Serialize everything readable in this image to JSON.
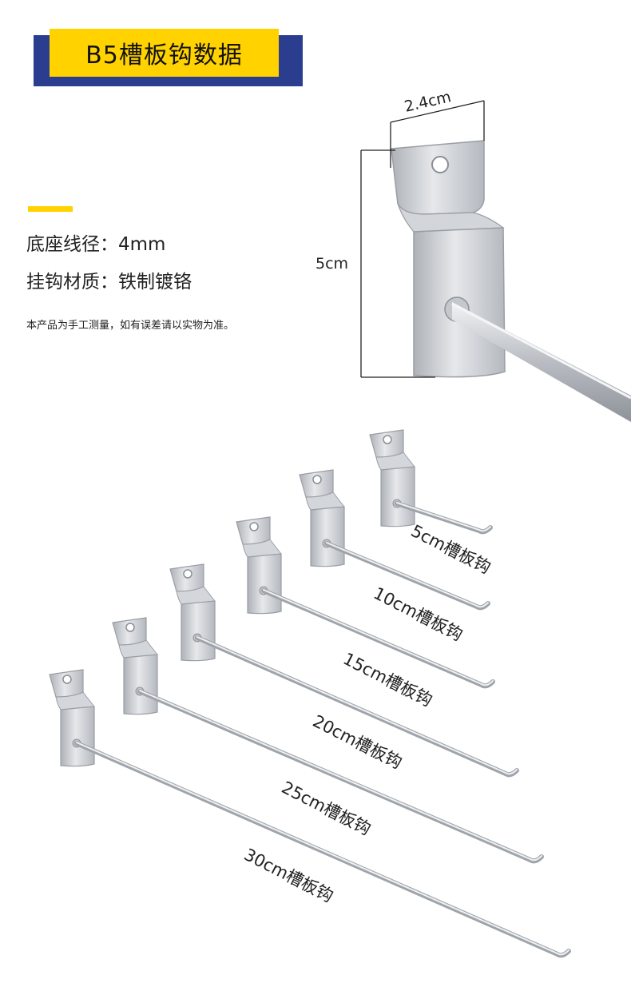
{
  "title": "B5槽板钩数据",
  "specs": {
    "base_wire": "底座线径：4mm",
    "material": "挂钩材质：铁制镀铬"
  },
  "note": "本产品为手工测量，如有误差请以实物为准。",
  "dimensions": {
    "width": "2.4cm",
    "height": "5cm"
  },
  "hooks": [
    {
      "label": "5cm槽板钩"
    },
    {
      "label": "10cm槽板钩"
    },
    {
      "label": "15cm槽板钩"
    },
    {
      "label": "20cm槽板钩"
    },
    {
      "label": "25cm槽板钩"
    },
    {
      "label": "30cm槽板钩"
    }
  ],
  "colors": {
    "title_blue": "#2a3d8f",
    "title_yellow": "#ffd200",
    "metal": "#c8cbd0"
  }
}
